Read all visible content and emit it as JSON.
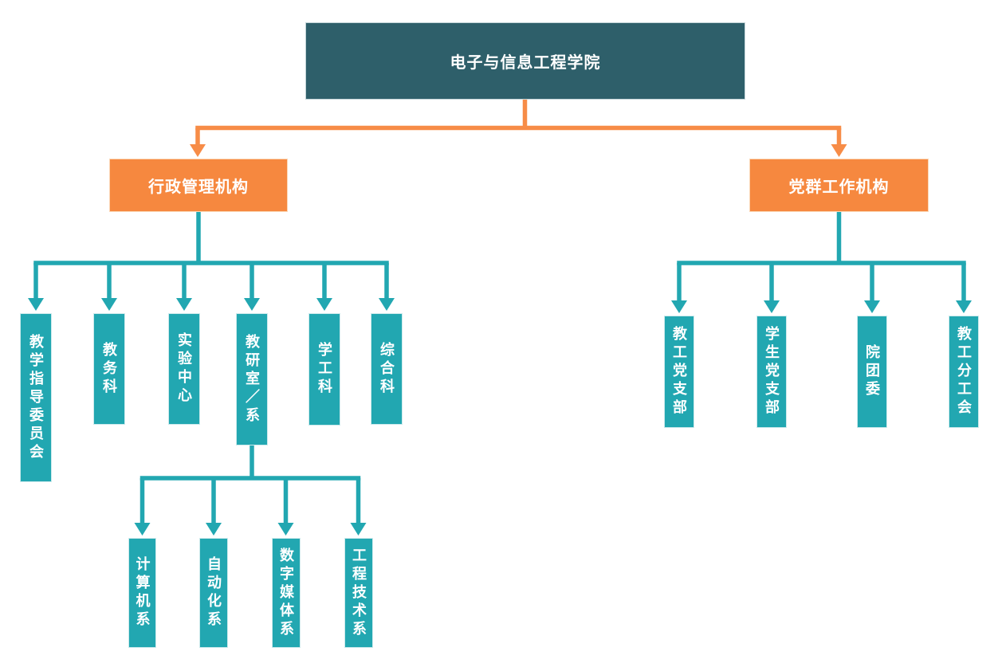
{
  "diagram": {
    "colors": {
      "canvas_bg": "#ffffff",
      "root_bg": "#2e5f6a",
      "branch_bg": "#f6883f",
      "leaf_bg": "#22a7b1",
      "line_orange": "#f78c47",
      "line_teal": "#22a7b1",
      "label_text": "#ffffff"
    },
    "root": {
      "label": "电子与信息工程学院"
    },
    "branches": [
      {
        "label": "行政管理机构",
        "children": [
          {
            "label": "教学指导委员会"
          },
          {
            "label": "教务科"
          },
          {
            "label": "实验中心"
          },
          {
            "label": "教研室／系",
            "children": [
              {
                "label": "计算机系"
              },
              {
                "label": "自动化系"
              },
              {
                "label": "数字媒体系"
              },
              {
                "label": "工程技术系"
              }
            ]
          },
          {
            "label": "学工科"
          },
          {
            "label": "综合科"
          }
        ]
      },
      {
        "label": "党群工作机构",
        "children": [
          {
            "label": "教工党支部"
          },
          {
            "label": "学生党支部"
          },
          {
            "label": "院团委"
          },
          {
            "label": "教工分工会"
          }
        ]
      }
    ]
  }
}
